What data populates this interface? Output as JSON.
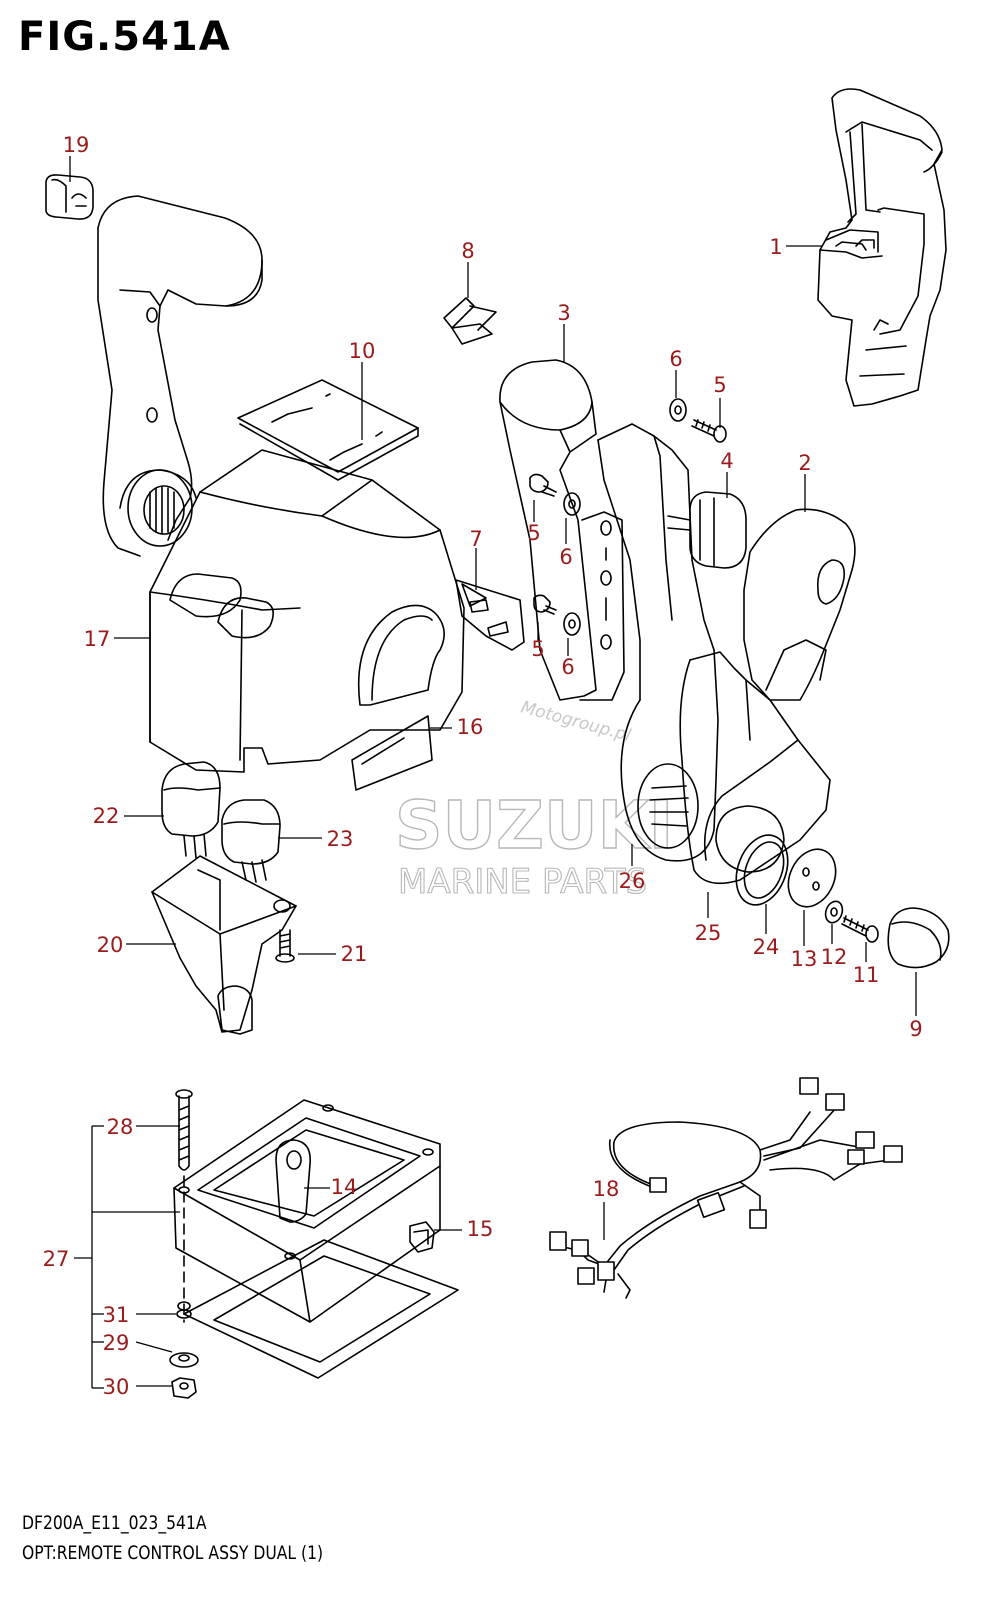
{
  "figure": {
    "title": "FIG.541A",
    "model_code": "DF200A_E11_023_541A",
    "caption": "OPT:REMOTE CONTROL ASSY DUAL (1)"
  },
  "watermarks": {
    "brand": "SUZUKI",
    "subtitle": "MARINE PARTS",
    "site": "Motogroup.pl"
  },
  "callouts": [
    {
      "id": "c1",
      "label": "1"
    },
    {
      "id": "c2",
      "label": "2"
    },
    {
      "id": "c3",
      "label": "3"
    },
    {
      "id": "c4",
      "label": "4"
    },
    {
      "id": "c5a",
      "label": "5"
    },
    {
      "id": "c5b",
      "label": "5"
    },
    {
      "id": "c5c",
      "label": "5"
    },
    {
      "id": "c6a",
      "label": "6"
    },
    {
      "id": "c6b",
      "label": "6"
    },
    {
      "id": "c6c",
      "label": "6"
    },
    {
      "id": "c7",
      "label": "7"
    },
    {
      "id": "c8",
      "label": "8"
    },
    {
      "id": "c9",
      "label": "9"
    },
    {
      "id": "c10",
      "label": "10"
    },
    {
      "id": "c11",
      "label": "11"
    },
    {
      "id": "c12",
      "label": "12"
    },
    {
      "id": "c13",
      "label": "13"
    },
    {
      "id": "c14",
      "label": "14"
    },
    {
      "id": "c15",
      "label": "15"
    },
    {
      "id": "c16",
      "label": "16"
    },
    {
      "id": "c17",
      "label": "17"
    },
    {
      "id": "c18",
      "label": "18"
    },
    {
      "id": "c19",
      "label": "19"
    },
    {
      "id": "c20",
      "label": "20"
    },
    {
      "id": "c21",
      "label": "21"
    },
    {
      "id": "c22",
      "label": "22"
    },
    {
      "id": "c23",
      "label": "23"
    },
    {
      "id": "c24",
      "label": "24"
    },
    {
      "id": "c25",
      "label": "25"
    },
    {
      "id": "c26",
      "label": "26"
    },
    {
      "id": "c27",
      "label": "27"
    },
    {
      "id": "c28",
      "label": "28"
    },
    {
      "id": "c29",
      "label": "29"
    },
    {
      "id": "c30",
      "label": "30"
    },
    {
      "id": "c31",
      "label": "31"
    }
  ]
}
